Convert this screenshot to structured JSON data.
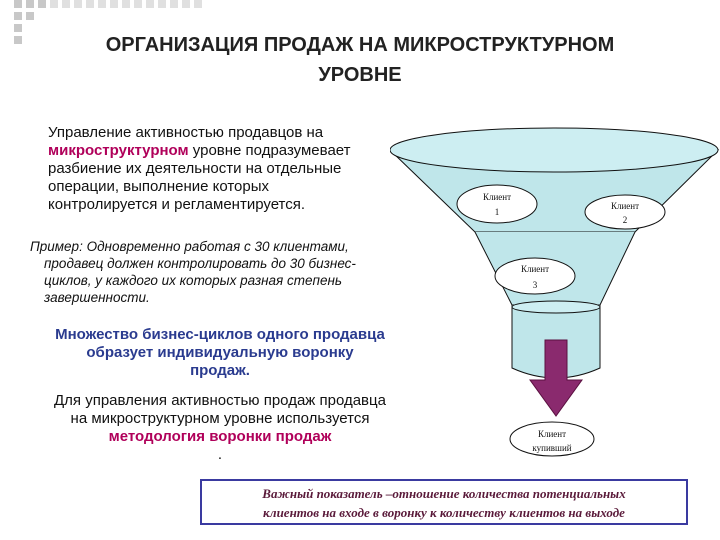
{
  "title": {
    "line1": "ОРГАНИЗАЦИЯ ПРОДАЖ НА МИКРОСТРУКТУРНОМ",
    "line2": "УРОВНЕ"
  },
  "intro": {
    "line1": "Управление активностью продавцов на",
    "highlight": "микроструктурном",
    "line2_rest": " уровне подразумевает",
    "line3": "разбиение их деятельности на отдельные",
    "line4": "операции, выполнение которых",
    "line5": "контролируется и регламентируется."
  },
  "example": {
    "line1": "Пример: Одновременно  работая с 30 клиентами,",
    "line2": "продавец должен контролировать до 30 бизнес-",
    "line3": "циклов, у каждого их которых разная степень",
    "line4": "завершенности."
  },
  "set": {
    "line1": "Множество бизнес-циклов одного продавца",
    "line2": "образует индивидуальную воронку",
    "line3": "продаж."
  },
  "method": {
    "line1": "Для управления активностью продаж продавца",
    "line2": "на микроструктурном уровне используется",
    "highlight": "методология воронки продаж",
    "end": "."
  },
  "funnel": {
    "client1": {
      "name": "Клиент",
      "num": "1"
    },
    "client2": {
      "name": "Клиент",
      "num": "2"
    },
    "client3": {
      "name": "Клиент",
      "num": "3"
    },
    "buyer": {
      "name": "Клиент",
      "sub": "купивший"
    }
  },
  "note": {
    "line1": "Важный показатель –отношение количества потенциальных",
    "line2": "клиентов на входе в воронку к количеству клиентов на выходе"
  },
  "colors": {
    "funnel_fill": "#bfe6ea",
    "funnel_stroke": "#111111",
    "arrow": "#8a2a6e",
    "highlight": "#b0005a",
    "accent_text": "#2a3b8f",
    "note_border": "#3a3aa0"
  }
}
